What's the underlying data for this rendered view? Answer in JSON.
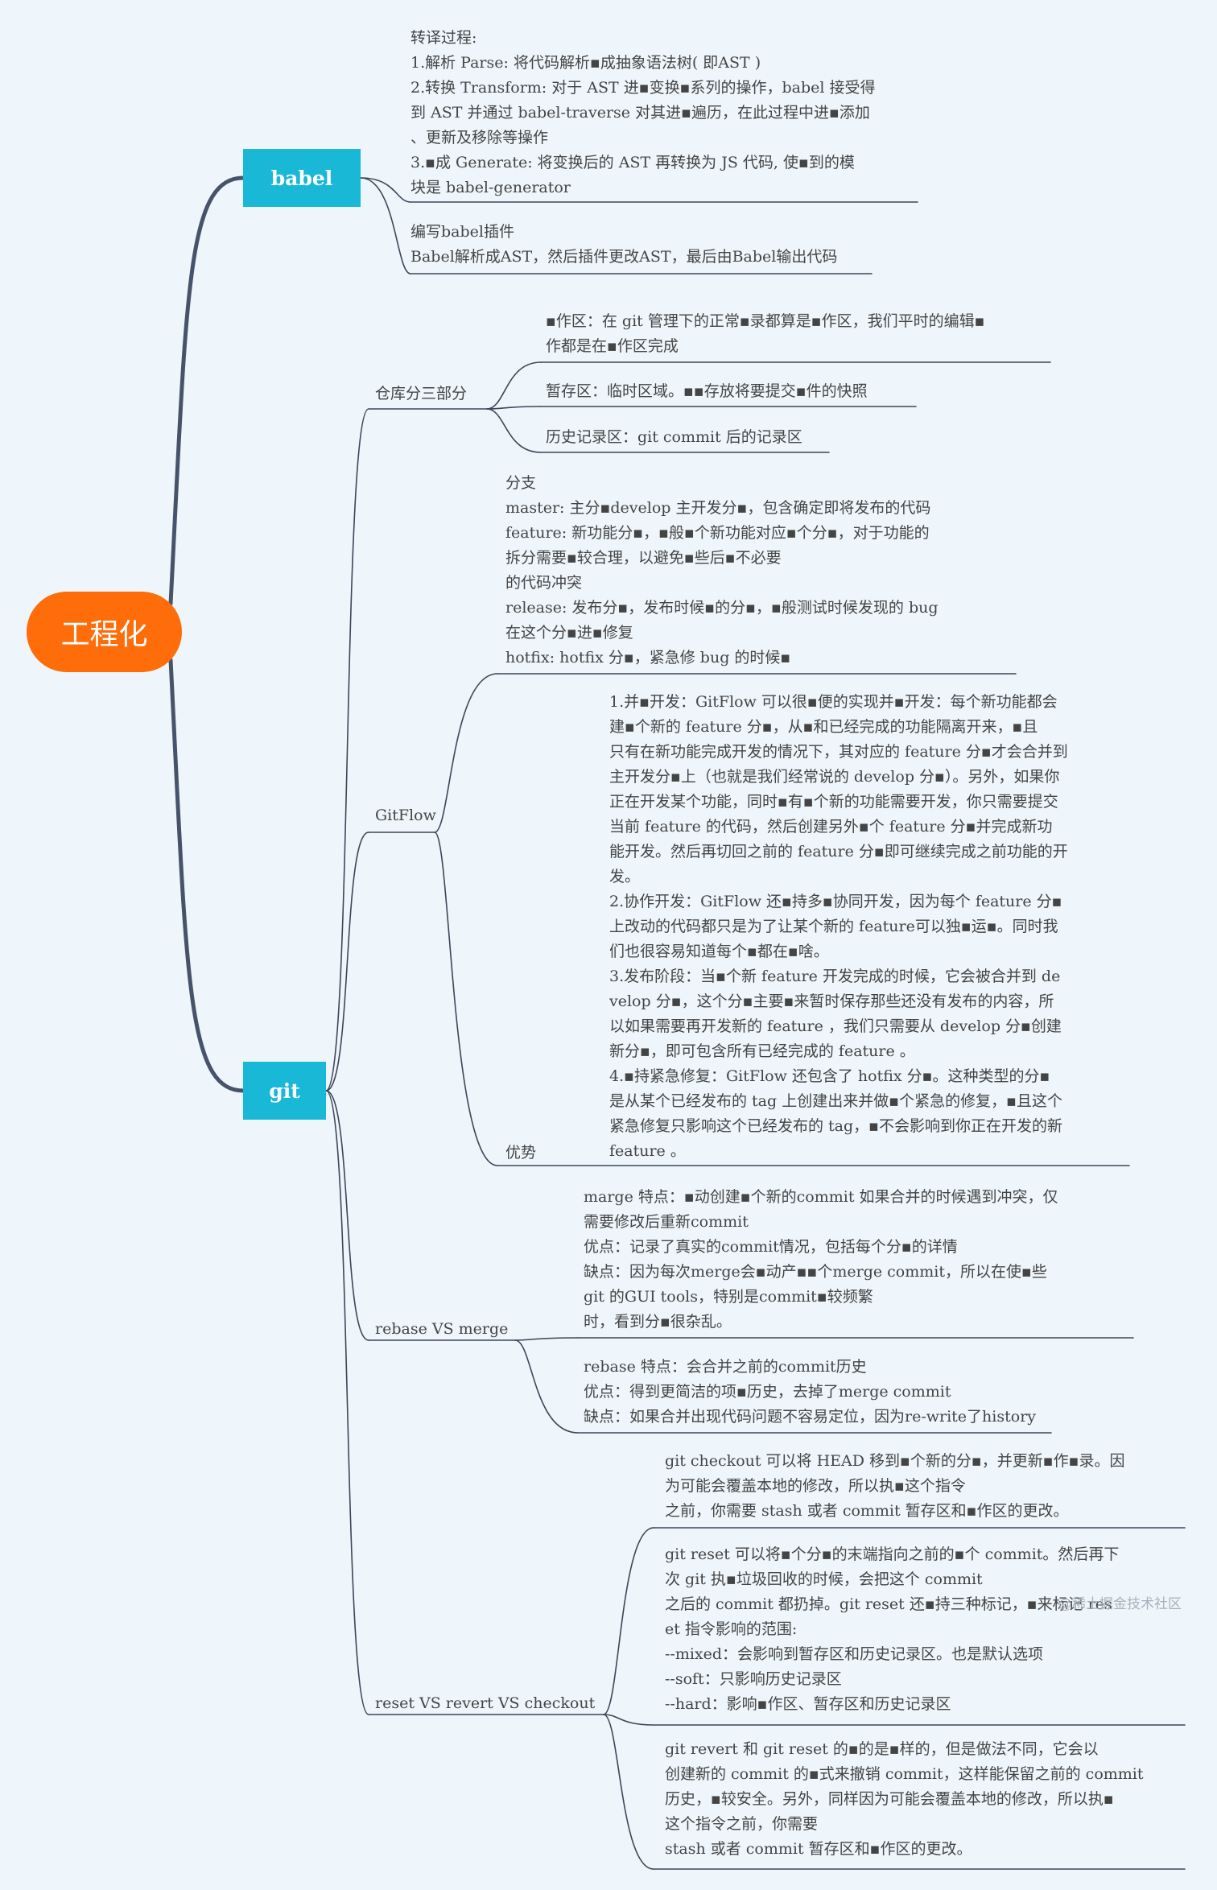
{
  "root": {
    "label": "工程化"
  },
  "babel": {
    "label": "babel",
    "notes": [
      "转译过程:\n1.解析 Parse: 将代码解析▪成抽象语法树( 即AST )\n2.转换 Transform: 对于 AST 进▪变换▪系列的操作，babel 接受得\n到 AST 并通过 babel-traverse 对其进▪遍历，在此过程中进▪添加\n、更新及移除等操作\n3.▪成 Generate: 将变换后的 AST 再转换为 JS 代码, 使▪到的模\n块是 babel-generator",
      "编写babel插件\nBabel解析成AST，然后插件更改AST，最后由Babel输出代码"
    ]
  },
  "git": {
    "label": "git",
    "repo": {
      "label": "仓库分三部分",
      "items": [
        "▪作区：在 git 管理下的正常▪录都算是▪作区，我们平时的编辑▪\n作都是在▪作区完成",
        "暂存区：临时区域。▪▪存放将要提交▪件的快照",
        "历史记录区：git commit 后的记录区"
      ]
    },
    "gitflow": {
      "label": "GitFlow",
      "branches": "分支\nmaster:  主分▪develop 主开发分▪，包含确定即将发布的代码\nfeature:   新功能分▪，▪般▪个新功能对应▪个分▪，对于功能的\n拆分需要▪较合理，以避免▪些后▪不必要\n的代码冲突\nrelease:  发布分▪，发布时候▪的分▪，▪般测试时候发现的 bug\n在这个分▪进▪修复\nhotfix:   hotfix 分▪，紧急修 bug 的时候▪",
      "advantage_label": "优势",
      "advantages": "1.并▪开发：GitFlow 可以很▪便的实现并▪开发：每个新功能都会\n建▪个新的 feature 分▪，从▪和已经完成的功能隔离开来，▪且\n只有在新功能完成开发的情况下，其对应的 feature 分▪才会合并到\n主开发分▪上（也就是我们经常说的 develop 分▪）。另外，如果你\n正在开发某个功能，同时▪有▪个新的功能需要开发，你只需要提交\n当前 feature 的代码，然后创建另外▪个 feature 分▪并完成新功\n能开发。然后再切回之前的 feature 分▪即可继续完成之前功能的开\n发。\n2.协作开发：GitFlow 还▪持多▪协同开发，因为每个 feature 分▪\n上改动的代码都只是为了让某个新的 feature可以独▪运▪。同时我\n们也很容易知道每个▪都在▪啥。\n3.发布阶段：当▪个新 feature 开发完成的时候，它会被合并到 de\nvelop 分▪，这个分▪主要▪来暂时保存那些还没有发布的内容，所\n以如果需要再开发新的 feature ，我们只需要从 develop 分▪创建\n新分▪，即可包含所有已经完成的 feature 。\n4.▪持紧急修复：GitFlow 还包含了 hotfix 分▪。这种类型的分▪\n是从某个已经发布的 tag 上创建出来并做▪个紧急的修复，▪且这个\n紧急修复只影响这个已经发布的 tag，▪不会影响到你正在开发的新\nfeature 。"
    },
    "rebase_merge": {
      "label": "rebase VS merge",
      "items": [
        "marge 特点：▪动创建▪个新的commit 如果合并的时候遇到冲突，仅\n需要修改后重新commit\n优点：记录了真实的commit情况，包括每个分▪的详情\n缺点：因为每次merge会▪动产▪▪个merge commit，所以在使▪些\ngit 的GUI tools，特别是commit▪较频繁\n时，看到分▪很杂乱。",
        "rebase 特点：会合并之前的commit历史\n优点：得到更简洁的项▪历史，去掉了merge commit\n缺点：如果合并出现代码问题不容易定位，因为re-write了history"
      ]
    },
    "reset_revert": {
      "label": "reset VS revert VS checkout",
      "items": [
        "git checkout 可以将 HEAD 移到▪个新的分▪，并更新▪作▪录。因\n为可能会覆盖本地的修改，所以执▪这个指令\n之前，你需要 stash 或者 commit 暂存区和▪作区的更改。",
        "git reset 可以将▪个分▪的末端指向之前的▪个 commit。然后再下\n次 git 执▪垃圾回收的时候，会把这个 commit\n之后的 commit 都扔掉。git reset 还▪持三种标记，▪来标记 res\net 指令影响的范围:\n--mixed：会影响到暂存区和历史记录区。也是默认选项\n--soft：只影响历史记录区\n--hard：影响▪作区、暂存区和历史记录区",
        "git revert 和 git reset 的▪的是▪样的，但是做法不同，它会以\n创建新的 commit 的▪式来撤销 commit，这样能保留之前的 commit\n历史，▪较安全。另外，同样因为可能会覆盖本地的修改，所以执▪\n这个指令之前，你需要\nstash 或者 commit 暂存区和▪作区的更改。"
      ]
    }
  },
  "watermark": "@稀土掘金技术社区",
  "colors": {
    "root": "#ff6c0a",
    "branch": "#18b8d6",
    "thick_line": "#46536a",
    "thin_line": "#3c4658",
    "background": "#eef6fb"
  }
}
